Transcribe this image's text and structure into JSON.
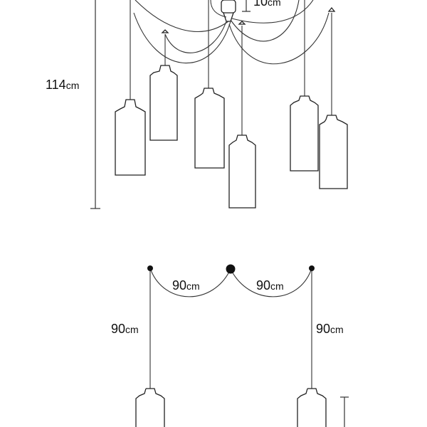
{
  "top_view": {
    "height_value": "114",
    "height_unit": "cm",
    "canopy_value": "10",
    "canopy_unit": "cm"
  },
  "bottom_view": {
    "span_left_value": "90",
    "span_left_unit": "cm",
    "span_right_value": "90",
    "span_right_unit": "cm",
    "drop_left_value": "90",
    "drop_left_unit": "cm",
    "drop_right_value": "90",
    "drop_right_unit": "cm"
  },
  "colors": {
    "line": "#222222",
    "dot": "#111111",
    "background": "#ffffff"
  }
}
